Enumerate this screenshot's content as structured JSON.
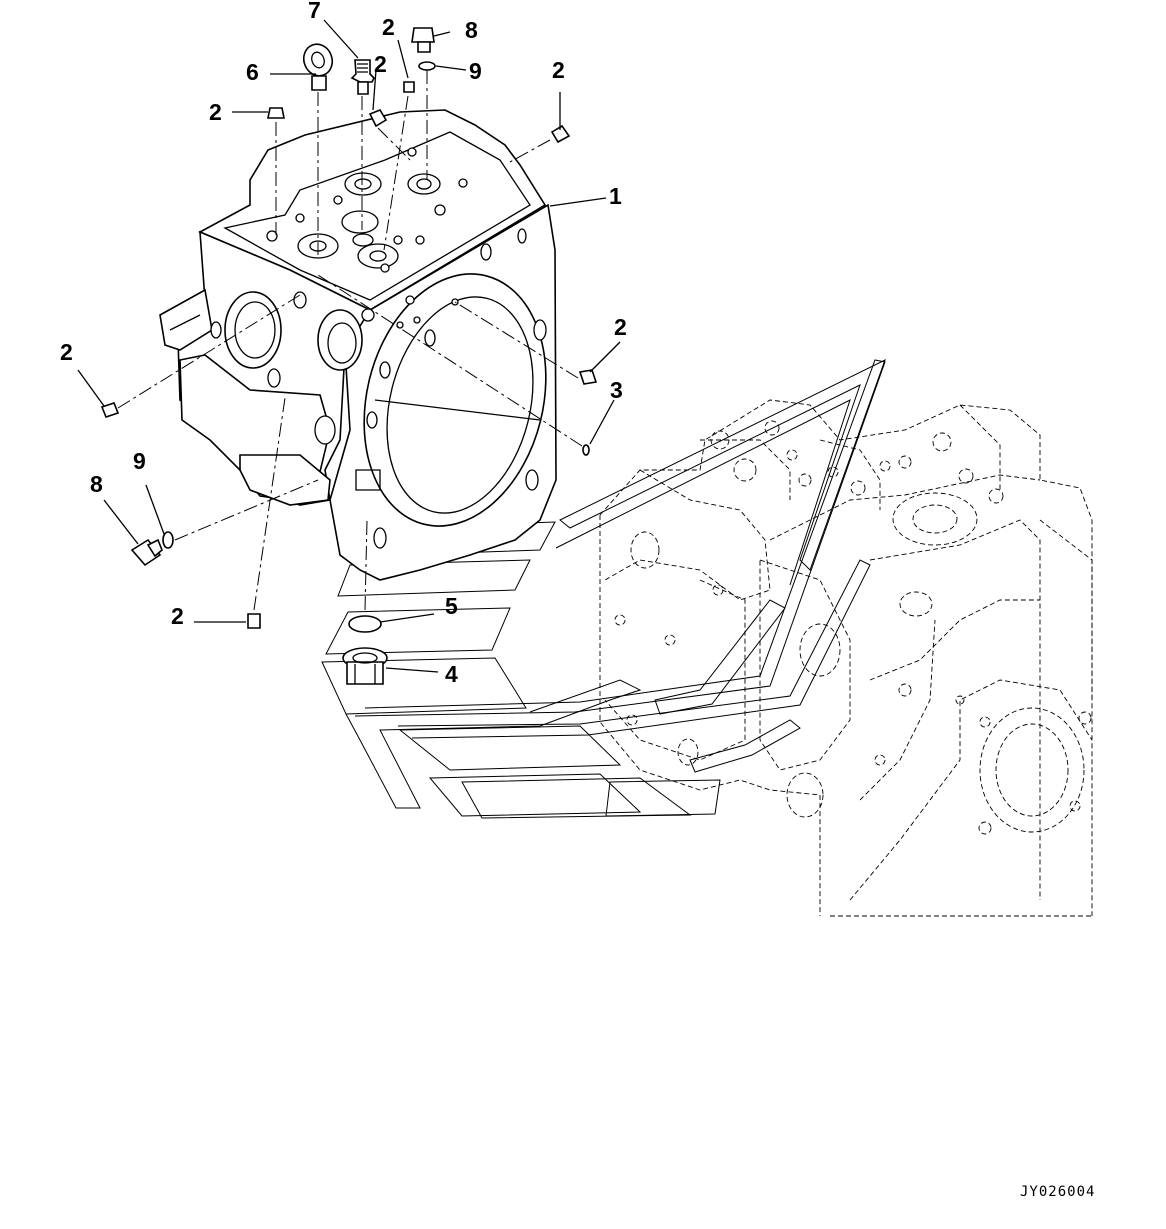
{
  "figure": {
    "code": "JY026004"
  },
  "callouts": [
    {
      "id": "c7",
      "label": "7"
    },
    {
      "id": "c2a",
      "label": "2"
    },
    {
      "id": "c8a",
      "label": "8"
    },
    {
      "id": "c6",
      "label": "6"
    },
    {
      "id": "c2b",
      "label": "2"
    },
    {
      "id": "c9a",
      "label": "9"
    },
    {
      "id": "c2c",
      "label": "2"
    },
    {
      "id": "c2d",
      "label": "2"
    },
    {
      "id": "c1",
      "label": "1"
    },
    {
      "id": "c2e",
      "label": "2"
    },
    {
      "id": "c2f",
      "label": "2"
    },
    {
      "id": "c3",
      "label": "3"
    },
    {
      "id": "c9b",
      "label": "9"
    },
    {
      "id": "c8b",
      "label": "8"
    },
    {
      "id": "c5",
      "label": "5"
    },
    {
      "id": "c2g",
      "label": "2"
    },
    {
      "id": "c4",
      "label": "4"
    }
  ]
}
